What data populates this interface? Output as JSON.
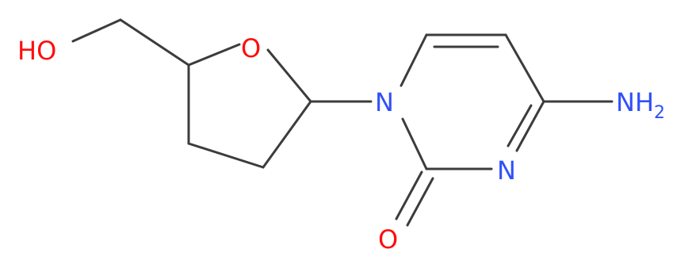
{
  "colors": {
    "bond": "#3c3c3c",
    "oxygen": "#ff0d0d",
    "nitrogen": "#3050f8"
  },
  "atoms": {
    "hydroxyl": "HO",
    "ring_oxygen": "O",
    "n1": "N",
    "n3": "N",
    "amino": "NH",
    "amino_subscript": "2",
    "carbonyl_oxygen": "O"
  }
}
